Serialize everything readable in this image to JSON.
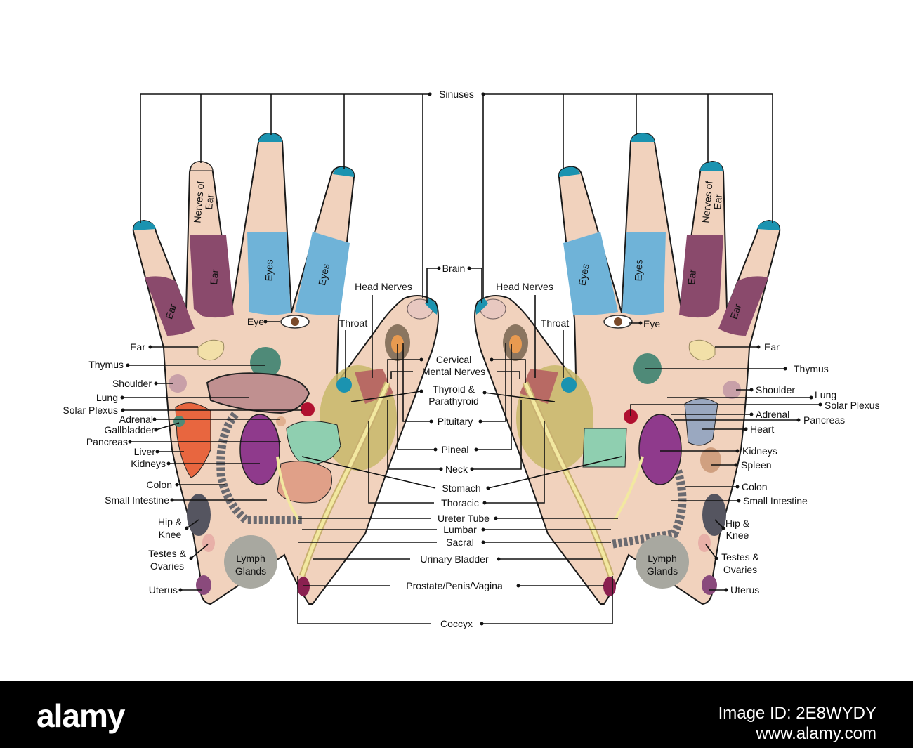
{
  "labels": {
    "sinuses": "Sinuses",
    "brain": "Brain",
    "head_nerves": "Head Nerves",
    "throat": "Throat",
    "eye": "Eye",
    "ear": "Ear",
    "thymus": "Thymus",
    "shoulder": "Shoulder",
    "lung": "Lung",
    "solar_plexus": "Solar Plexus",
    "adrenal": "Adrenal",
    "gallbladder": "Gallbladder",
    "pancreas": "Pancreas",
    "liver": "Liver",
    "kidneys": "Kidneys",
    "colon": "Colon",
    "small_intestine": "Small Intestine",
    "hip_line1": "Hip &",
    "hip_line2": "Knee",
    "testes_line1": "Testes &",
    "testes_line2": "Ovaries",
    "uterus": "Uterus",
    "heart": "Heart",
    "spleen": "Spleen",
    "cervical": "Cervical",
    "mental_nerves": "Mental Nerves",
    "thyroid_line1": "Thyroid &",
    "thyroid_line2": "Parathyroid",
    "pituitary": "Pituitary",
    "pineal": "Pineal",
    "neck": "Neck",
    "stomach": "Stomach",
    "thoracic": "Thoracic",
    "ureter_tube": "Ureter Tube",
    "lumbar": "Lumbar",
    "sacral": "Sacral",
    "urinary_bladder": "Urinary Bladder",
    "prostate": "Prostate/Penis/Vagina",
    "coccyx": "Coccyx"
  },
  "zones": {
    "ear": "Ear",
    "eyes": "Eyes",
    "nerves_of_ear_line1": "Nerves of",
    "nerves_of_ear_line2": "Ear",
    "lymph_line1": "Lymph",
    "lymph_line2": "Glands"
  },
  "footer": {
    "logo": "alamy",
    "image_id": "Image ID: 2E8WYDY",
    "site": "www.alamy.com"
  },
  "colors": {
    "skin": "#f1d2bd",
    "ear_zone": "#8a4a6c",
    "eyes_zone": "#6fb3d8",
    "fingertip": "#1b93b0",
    "thymus": "#4f8a78",
    "thyroid": "#c8b86a",
    "kidney": "#8f3a8c",
    "liver": "#e8663f",
    "stomach": "#8fcfb0",
    "lymph": "#a8a8a0",
    "hip": "#555560",
    "uterus": "#8a4a7c",
    "solar_plexus": "#b01030",
    "spine": "#f2e8a0",
    "colon": "#6a6a70"
  }
}
